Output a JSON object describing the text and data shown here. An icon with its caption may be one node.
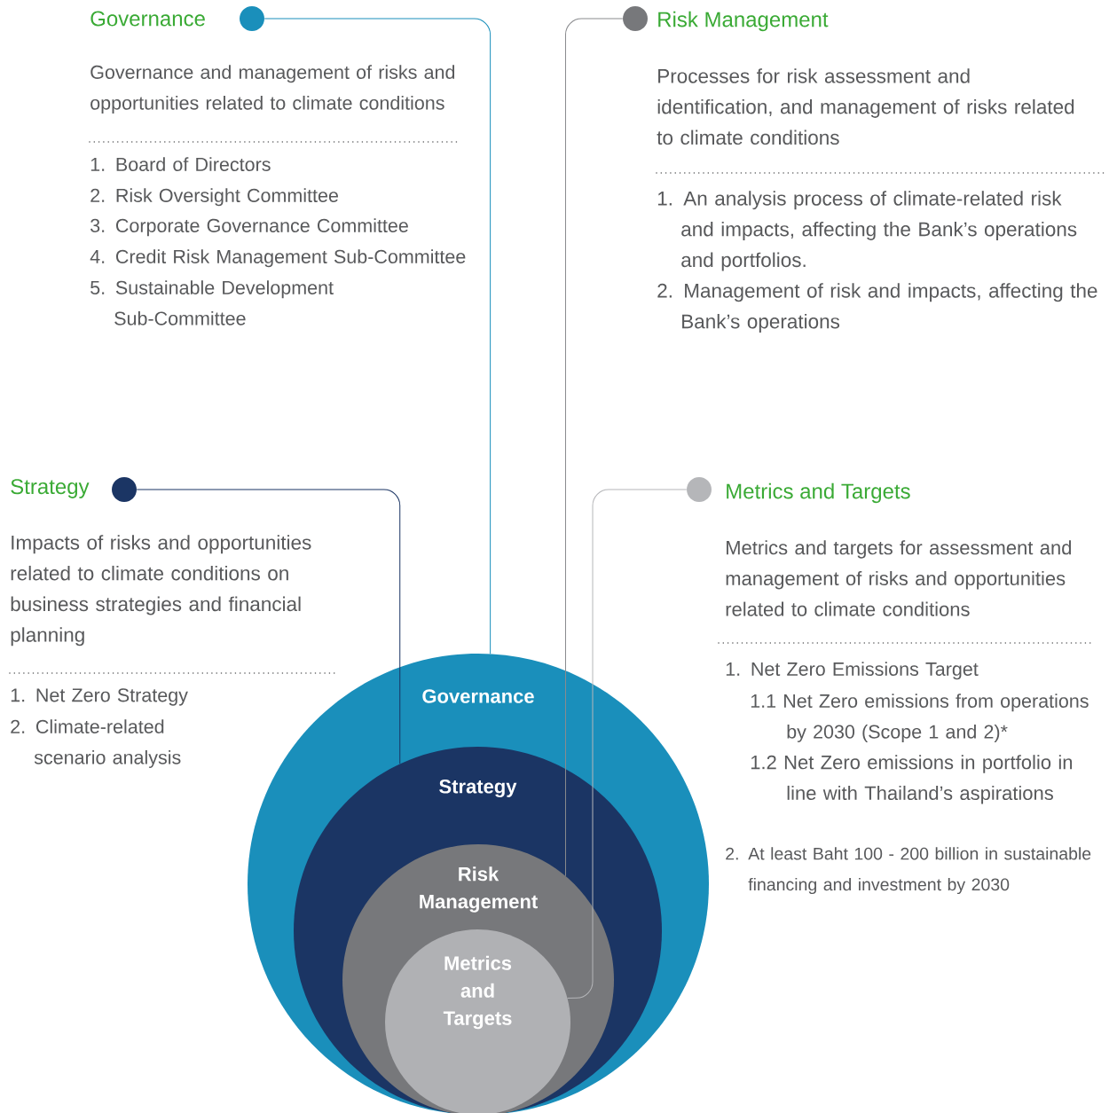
{
  "diagram": {
    "nodes": [
      {
        "text": [],
        "shape": "circle",
        "beside": [
          "Governance"
        ]
      },
      {
        "text": [],
        "shape": "circle",
        "beside": [
          "Risk Management"
        ]
      },
      {
        "text": [],
        "shape": "circle",
        "beside": [
          "Strategy"
        ]
      },
      {
        "text": [],
        "shape": "circle",
        "beside": [
          "Metrics and Targets"
        ]
      },
      {
        "text": [
          "Governance"
        ]
      },
      {
        "text": [
          "Strategy"
        ],
        "in": 4
      },
      {
        "text": [
          "Risk Management"
        ],
        "in": 5
      },
      {
        "text": [
          "Metrics and Targets"
        ],
        "in": 6
      }
    ],
    "edges": [
      {
        "from": 0,
        "to": 4,
        "arrow": "none",
        "color": "#1a8fbb"
      },
      {
        "from": 1,
        "to": 6,
        "arrow": "none",
        "color": "#8a8b8e"
      },
      {
        "from": 2,
        "to": 5,
        "arrow": "none",
        "color": "#1b3564"
      },
      {
        "from": 3,
        "to": 7,
        "arrow": "none",
        "color": "#b5b6b9"
      }
    ],
    "labels": [
      "Governance and management of risks and opportunities related to climate conditions",
      "1. Board of Directors",
      "2. Risk Oversight Committee",
      "3. Corporate Governance Committee",
      "4. Credit Risk Management Sub-Committee",
      "5. Sustainable Development Sub-Committee",
      "Processes for risk assessment and identification, and management of risks related to climate conditions",
      "1. An analysis process of climate-related risk and impacts, affecting the Bank’s operations and portfolios.",
      "2. Management of risk and impacts, affecting the Bank’s operations",
      "Impacts of risks and opportunities related to climate conditions on business strategies and financial planning",
      "1. Net Zero Strategy",
      "2. Climate-related scenario analysis",
      "Metrics and targets for assessment and management of risks and opportunities related to climate conditions",
      "1. Net Zero Emissions Target",
      "1.1 Net Zero emissions from operations by 2030 (Scope 1 and 2)*",
      "1.2 Net Zero emissions in portfolio in line with Thailand’s aspirations",
      "2. At least Baht 100 - 200 billion in sustainable financing and investment by 2030"
    ]
  }
}
